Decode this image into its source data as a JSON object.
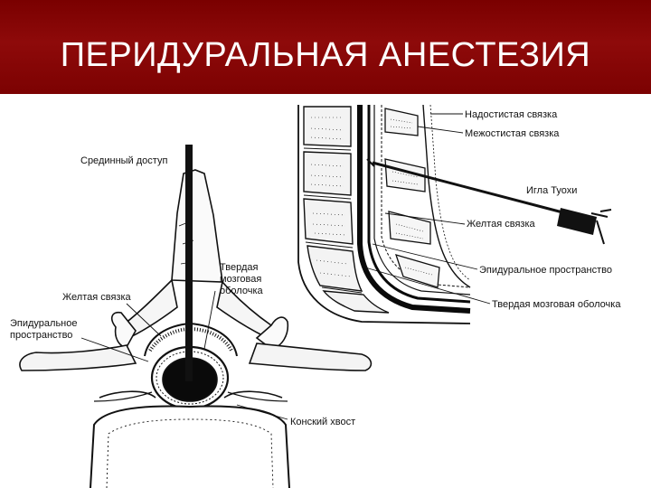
{
  "slide": {
    "title": "ПЕРИДУРАЛЬНАЯ АНЕСТЕЗИЯ"
  },
  "colors": {
    "title_bar": "#8a0606",
    "title_text": "#ffffff",
    "ink": "#111111"
  },
  "left_figure": {
    "labels": {
      "median_approach": "Срединный доступ",
      "dura_line1": "Твердая",
      "dura_line2": "мозговая",
      "dura_line3": "оболочка",
      "yellow_ligament": "Желтая связка",
      "epidural_line1": "Эпидуральное",
      "epidural_line2": "пространство",
      "cauda_equina": "Конский хвост"
    }
  },
  "right_figure": {
    "labels": {
      "supraspinous": "Надостистая связка",
      "interspinous": "Межостистая связка",
      "tuohy_needle": "Игла Туохи",
      "yellow_ligament": "Желтая связка",
      "epidural_space": "Эпидуральное пространство",
      "dura_mater": "Твердая мозговая оболочка"
    }
  }
}
